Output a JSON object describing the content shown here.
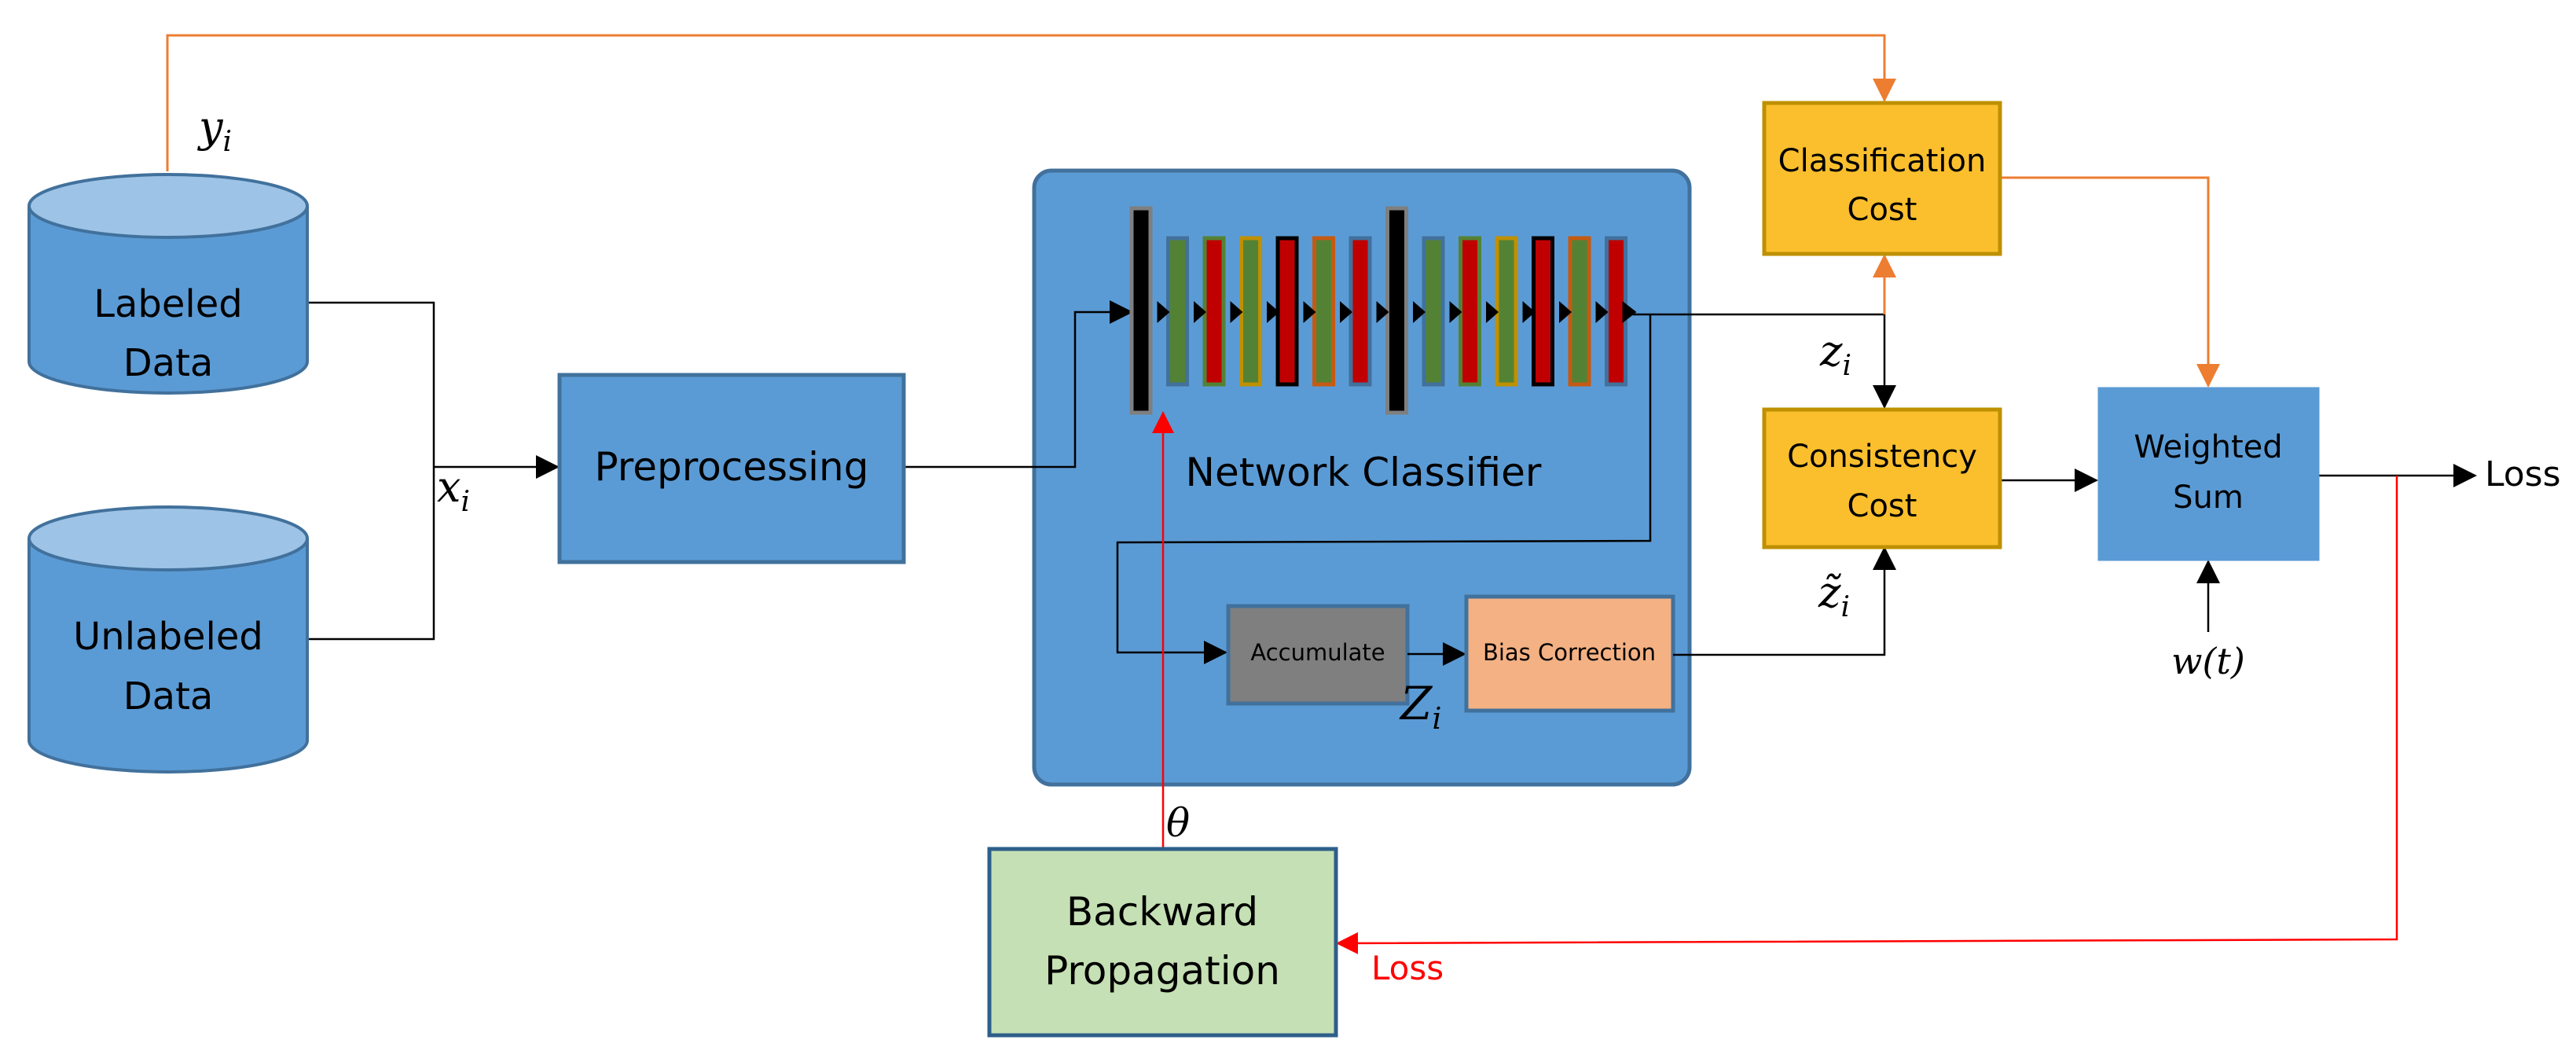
{
  "diagram": {
    "nodes": {
      "labeled_data": {
        "line1": "Labeled",
        "line2": "Data"
      },
      "unlabeled_data": {
        "line1": "Unlabeled",
        "line2": "Data"
      },
      "preprocessing": {
        "label": "Preprocessing"
      },
      "network_classifier": {
        "label": "Network Classifier"
      },
      "accumulate": {
        "label": "Accumulate"
      },
      "bias_correction": {
        "label": "Bias Correction"
      },
      "classification_cost": {
        "line1": "Classification",
        "line2": "Cost"
      },
      "consistency_cost": {
        "line1": "Consistency",
        "line2": "Cost"
      },
      "weighted_sum": {
        "line1": "Weighted",
        "line2": "Sum"
      },
      "backward_propagation": {
        "line1": "Backward",
        "line2": "Propagation"
      }
    },
    "symbols": {
      "y_i": {
        "base": "y",
        "sub": "i"
      },
      "x_i": {
        "base": "x",
        "sub": "i"
      },
      "z_i": {
        "base": "z",
        "sub": "i"
      },
      "Z_i": {
        "base": "Z",
        "sub": "i"
      },
      "z_tilde_i": {
        "base": "z̃",
        "sub": "i"
      },
      "w_t": "w(t)",
      "theta": "θ"
    },
    "edge_labels": {
      "loss_output": "Loss",
      "loss_feedback": "Loss"
    },
    "layers": [
      {
        "fill": "#000000",
        "border": "#7f7f7f",
        "tall": true
      },
      {
        "fill": "#548235",
        "border": "#41719c",
        "tall": false
      },
      {
        "fill": "#c00000",
        "border": "#548235",
        "tall": false
      },
      {
        "fill": "#548235",
        "border": "#bf9000",
        "tall": false
      },
      {
        "fill": "#c00000",
        "border": "#000000",
        "tall": false
      },
      {
        "fill": "#548235",
        "border": "#c55a11",
        "tall": false
      },
      {
        "fill": "#c00000",
        "border": "#41719c",
        "tall": false
      },
      {
        "fill": "#000000",
        "border": "#7f7f7f",
        "tall": true
      },
      {
        "fill": "#548235",
        "border": "#41719c",
        "tall": false
      },
      {
        "fill": "#c00000",
        "border": "#548235",
        "tall": false
      },
      {
        "fill": "#548235",
        "border": "#bf9000",
        "tall": false
      },
      {
        "fill": "#c00000",
        "border": "#000000",
        "tall": false
      },
      {
        "fill": "#548235",
        "border": "#c55a11",
        "tall": false
      },
      {
        "fill": "#c00000",
        "border": "#41719c",
        "tall": false
      }
    ],
    "colors": {
      "blue_fill": "#5b9bd5",
      "blue_border": "#41719c",
      "cyl_top": "#9dc3e6",
      "orange_fill": "#fbbf2e",
      "orange_border": "#bf9000",
      "gray_fill": "#7f7f7f",
      "salmon_fill": "#f4b183",
      "green_fill": "#c5e0b4",
      "orange_line": "#ed7d31",
      "red_line": "#ff0000"
    }
  }
}
